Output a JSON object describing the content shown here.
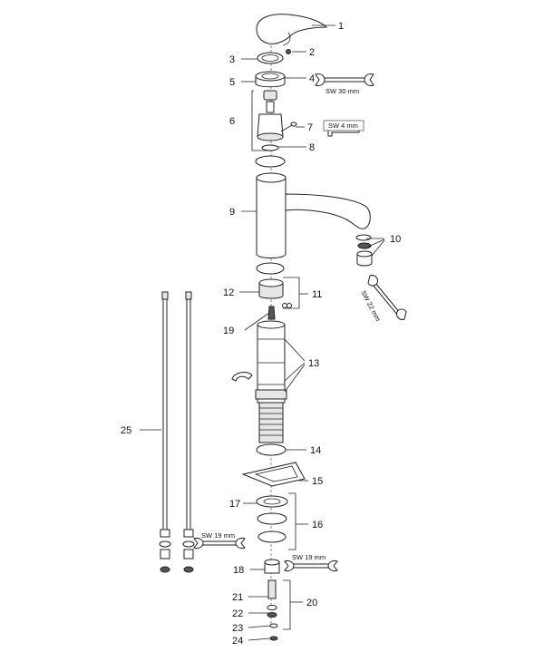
{
  "callouts": {
    "c1": "1",
    "c2": "2",
    "c3": "3",
    "c4": "4",
    "c5": "5",
    "c6": "6",
    "c7": "7",
    "c8": "8",
    "c9": "9",
    "c10": "10",
    "c11": "11",
    "c12": "12",
    "c13": "13",
    "c14": "14",
    "c15": "15",
    "c16": "16",
    "c17": "17",
    "c18": "18",
    "c19": "19",
    "c20": "20",
    "c21": "21",
    "c22": "22",
    "c23": "23",
    "c24": "24",
    "c25": "25"
  },
  "tools": {
    "wrench_30": "SW 30 mm",
    "hex_key_4": "SW 4 mm",
    "wrench_22": "SW 22 mm",
    "wrench_19_hose": "SW 19 mm",
    "wrench_19_rod": "SW 19 mm"
  },
  "colors": {
    "line": "#222222",
    "part_fill": "#ffffff",
    "part_shade": "#e6e6e6",
    "part_dark": "#555555"
  }
}
